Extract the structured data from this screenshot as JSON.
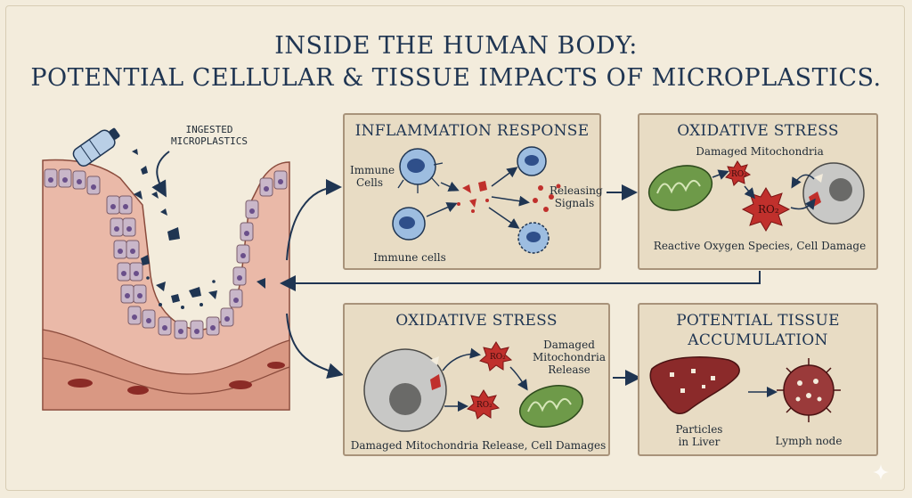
{
  "title": {
    "line1": "INSIDE THE HUMAN BODY:",
    "line2": "POTENTIAL CELLULAR & TISSUE IMPACTS OF MICROPLASTICS."
  },
  "tissue": {
    "label_line1": "INGESTED",
    "label_line2": "MICROPLASTICS",
    "icon": "plastic-bottle-icon"
  },
  "panels": {
    "inflammation": {
      "title": "INFLAMMATION RESPONSE",
      "immune_cells_top_1": "Immune",
      "immune_cells_top_2": "Cells",
      "immune_cells_bottom": "Immune cells",
      "releasing_1": "Releasing",
      "releasing_2": "Signals"
    },
    "oxidative_top": {
      "title": "OXIDATIVE STRESS",
      "damaged_mito": "Damaged Mitochondria",
      "ro2_small": "RO₂",
      "ro2_large": "RO₂",
      "caption": "Reactive Oxygen Species,  Cell Damage"
    },
    "oxidative_bottom": {
      "title": "OXIDATIVE STRESS",
      "damaged_1": "Damaged",
      "damaged_2": "Mitochondria",
      "damaged_3": "Release",
      "ro2_top": "RO₂",
      "ro2_bottom": "RO₂",
      "caption": "Damaged Mitochondria Release, Cell Damages"
    },
    "accumulation": {
      "title_1": "POTENTIAL TISSUE",
      "title_2": "ACCUMULATION",
      "liver_1": "Particles",
      "liver_2": "in Liver",
      "lymph": "Lymph node"
    }
  },
  "colors": {
    "background": "#f3ecdc",
    "panel": "#e8dcc4",
    "panel_border": "#a8937a",
    "title": "#1f3552",
    "arrow": "#1f3552",
    "immune_cell": "#8fb3d9",
    "mitochondria": "#5e8f3e",
    "ros": "#c0302c",
    "liver": "#8b2a2a"
  }
}
